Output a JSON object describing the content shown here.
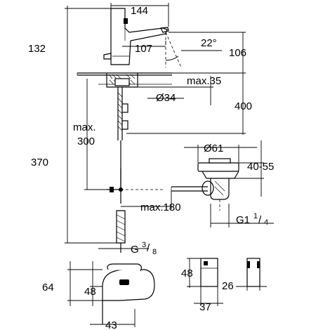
{
  "dimensions": {
    "spout_top_width": "144",
    "spout_reach": "107",
    "spray_angle": "22°",
    "body_height": "132",
    "spout_outlet_height": "106",
    "countertop_max": "max.35",
    "hole_diameter": "Ø34",
    "below_counter": "400",
    "max_hose_1": "max.",
    "max_hose_2": "300",
    "total_below": "370",
    "drain_diameter": "Ø61",
    "drain_range": "40-55",
    "max_reach_below": "max.180",
    "drain_thread_main": "G1",
    "drain_thread_num": "1",
    "drain_thread_slash": "/",
    "drain_thread_den": "4",
    "supply_thread_main": "G",
    "supply_thread_num": "3",
    "supply_thread_slash": "/",
    "supply_thread_den": "8",
    "plan_depth": "64",
    "plan_mid": "48",
    "plan_base": "43",
    "box_height": "48",
    "box_width": "37",
    "box_depth": "26"
  }
}
